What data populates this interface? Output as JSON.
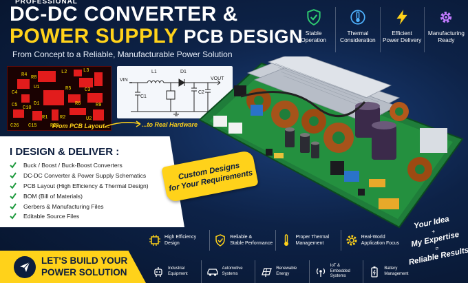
{
  "header": {
    "kicker": "PROFESSIONAL",
    "title_line1": "DC-DC CONVERTER &",
    "title_line2_highlight": "POWER SUPPLY",
    "title_line2_rest": " PCB DESIGN",
    "subtitle": "From Concept to a Reliable, Manufacturable Power Solution"
  },
  "features": [
    {
      "icon": "shield-check-icon",
      "label_line1": "Stable",
      "label_line2": "Operation",
      "color": "#2ecc71"
    },
    {
      "icon": "thermometer-icon",
      "label_line1": "Thermal",
      "label_line2": "Consideration",
      "color": "#4fb3ff"
    },
    {
      "icon": "lightning-icon",
      "label_line1": "Efficient",
      "label_line2": "Power Delivery",
      "color": "#ffd21a"
    },
    {
      "icon": "gear-icon",
      "label_line1": "Manufacturing",
      "label_line2": "Ready",
      "color": "#c27bff"
    }
  ],
  "pcb_labels": [
    "R4",
    "R8",
    "L2",
    "L3",
    "C4",
    "U1",
    "R5",
    "C3",
    "D1",
    "R6",
    "C5",
    "R9",
    "C10",
    "R1",
    "R2",
    "U2",
    "C26",
    "R20",
    "C15"
  ],
  "schematic_labels": {
    "vin": "VIN",
    "vout": "VOUT",
    "l1": "L1",
    "d1": "D1",
    "c1": "C1",
    "c2": "C2"
  },
  "captions": {
    "from_pcb": "From PCB Layout...",
    "to_hardware": "...to Real Hardware"
  },
  "deliver": {
    "heading": "I DESIGN & DELIVER :",
    "items": [
      "Buck / Boost / Buck-Boost Converters",
      "DC-DC Converter & Power Supply Schematics",
      "PCB Layout (High Efficiency & Thermal Design)",
      "BOM (Bill of Materials)",
      "Gerbers & Manufacturing Files",
      "Editable Source Files"
    ]
  },
  "ribbon": {
    "line1": "Custom Designs",
    "line2": "for Your Requirements"
  },
  "highlights": [
    {
      "icon": "chip-icon",
      "line1": "High Efficiency",
      "line2": "Design"
    },
    {
      "icon": "shield-icon",
      "line1": "Reliable &",
      "line2": "Stable Performance"
    },
    {
      "icon": "thermometer-icon",
      "line1": "Proper Thermal",
      "line2": "Management"
    },
    {
      "icon": "gear-icon",
      "line1": "Real-World",
      "line2": "Application Focus"
    }
  ],
  "idea": {
    "line1": "Your Idea",
    "eq1": "+",
    "line2": "My Expertise",
    "eq2": "=",
    "line3": "Reliable Results"
  },
  "cta": {
    "line1": "LET'S BUILD YOUR",
    "line2": "POWER SOLUTION"
  },
  "applications": [
    {
      "icon": "robot-icon",
      "line1": "Industrial",
      "line2": "Equipment",
      "line3": ""
    },
    {
      "icon": "car-icon",
      "line1": "Automotive",
      "line2": "Systems",
      "line3": ""
    },
    {
      "icon": "solar-panel-icon",
      "line1": "Renewable",
      "line2": "Energy",
      "line3": ""
    },
    {
      "icon": "iot-antenna-icon",
      "line1": "IoT &",
      "line2": "Embedded",
      "line3": "Systems"
    },
    {
      "icon": "battery-icon",
      "line1": "Battery",
      "line2": "Management",
      "line3": ""
    }
  ]
}
